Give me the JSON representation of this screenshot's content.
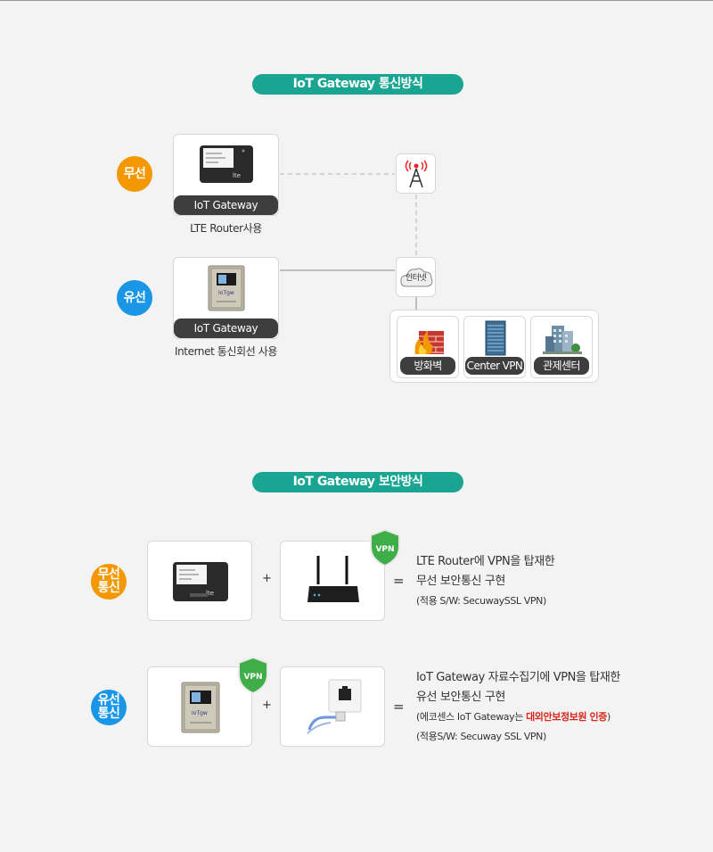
{
  "section1": {
    "title": "IoT Gateway 통신방식",
    "wireless_badge": "무선",
    "wired_badge": "유선",
    "device_wireless_label": "IoT Gateway",
    "device_wireless_caption": "LTE Router사용",
    "device_wired_label": "IoT Gateway",
    "device_wired_caption": "Internet 통신회선 사용",
    "internet_cloud": "인터넷",
    "servers": [
      {
        "label": "방화벽"
      },
      {
        "label": "Center VPN"
      },
      {
        "label": "관제센터"
      }
    ]
  },
  "section2": {
    "title": "IoT Gateway 보안방식",
    "wireless_badge_line1": "무선",
    "wireless_badge_line2": "통신",
    "wired_badge_line1": "유선",
    "wired_badge_line2": "통신",
    "vpn_shield": "VPN",
    "plus": "+",
    "equals": "=",
    "wireless_desc": {
      "line1": "LTE Router에 VPN을 탑재한",
      "line2": "무선 보안통신 구현",
      "line3": "(적용 S/W: SecuwaySSL VPN)"
    },
    "wired_desc": {
      "line1": "IoT Gateway 자료수집기에 VPN을 탑재한",
      "line2": "유선 보안통신 구현",
      "line3_pre": "(에코센스 IoT Gateway는 ",
      "line3_red": "대외안보정보원 인증",
      "line3_post": ")",
      "line4": "(적용S/W: Secuway SSL VPN)"
    }
  },
  "colors": {
    "teal": "#1aa592",
    "orange": "#f39800",
    "blue": "#1996e6",
    "shield_green": "#3fae49",
    "red_text": "#d8261c"
  },
  "icons": {
    "tower": "antenna-tower-icon",
    "firewall": "firewall-icon",
    "server": "server-rack-icon",
    "building": "control-center-building-icon",
    "router": "lte-router-icon",
    "gateway": "iot-gateway-box-icon",
    "vpn_router": "vpn-router-icon",
    "lan": "lan-port-icon",
    "shield": "vpn-shield-icon"
  }
}
